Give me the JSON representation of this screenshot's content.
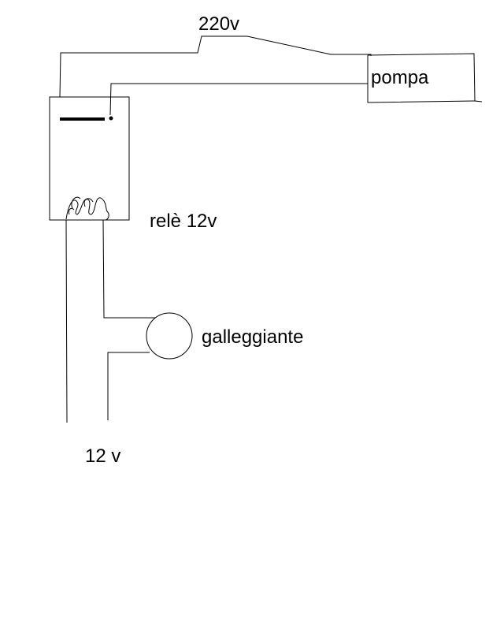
{
  "labels": {
    "mains_voltage": "220v",
    "pump": "pompa",
    "relay": "relè 12v",
    "float_switch": "galleggiante",
    "supply_voltage": "12 v"
  },
  "colors": {
    "background": "#ffffff",
    "ink": "#000000"
  }
}
